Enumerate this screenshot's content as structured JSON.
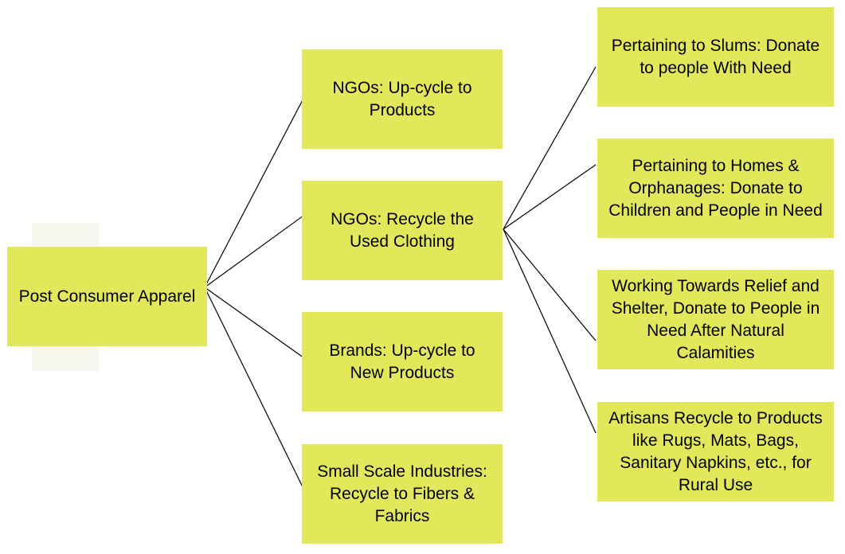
{
  "colors": {
    "node_fill": "#e3e85a",
    "line": "#000000",
    "background": "#ffffff"
  },
  "root": {
    "label": "Post Consumer Apparel"
  },
  "level1": [
    {
      "label": "NGOs: Up-cycle to Products"
    },
    {
      "label": "NGOs: Recycle the Used Clothing"
    },
    {
      "label": "Brands: Up-cycle to New Products"
    },
    {
      "label": "Small Scale Industries: Recycle to Fibers & Fabrics"
    }
  ],
  "level2": [
    {
      "label": "Pertaining to Slums: Donate to people With Need"
    },
    {
      "label": "Pertaining to Homes & Orphanages: Donate to Children and People in Need"
    },
    {
      "label": "Working Towards Relief and Shelter, Donate to People in Need After Natural Calamities"
    },
    {
      "label": "Artisans Recycle to Products like Rugs, Mats, Bags, Sanitary Napkins, etc., for Rural Use"
    }
  ]
}
